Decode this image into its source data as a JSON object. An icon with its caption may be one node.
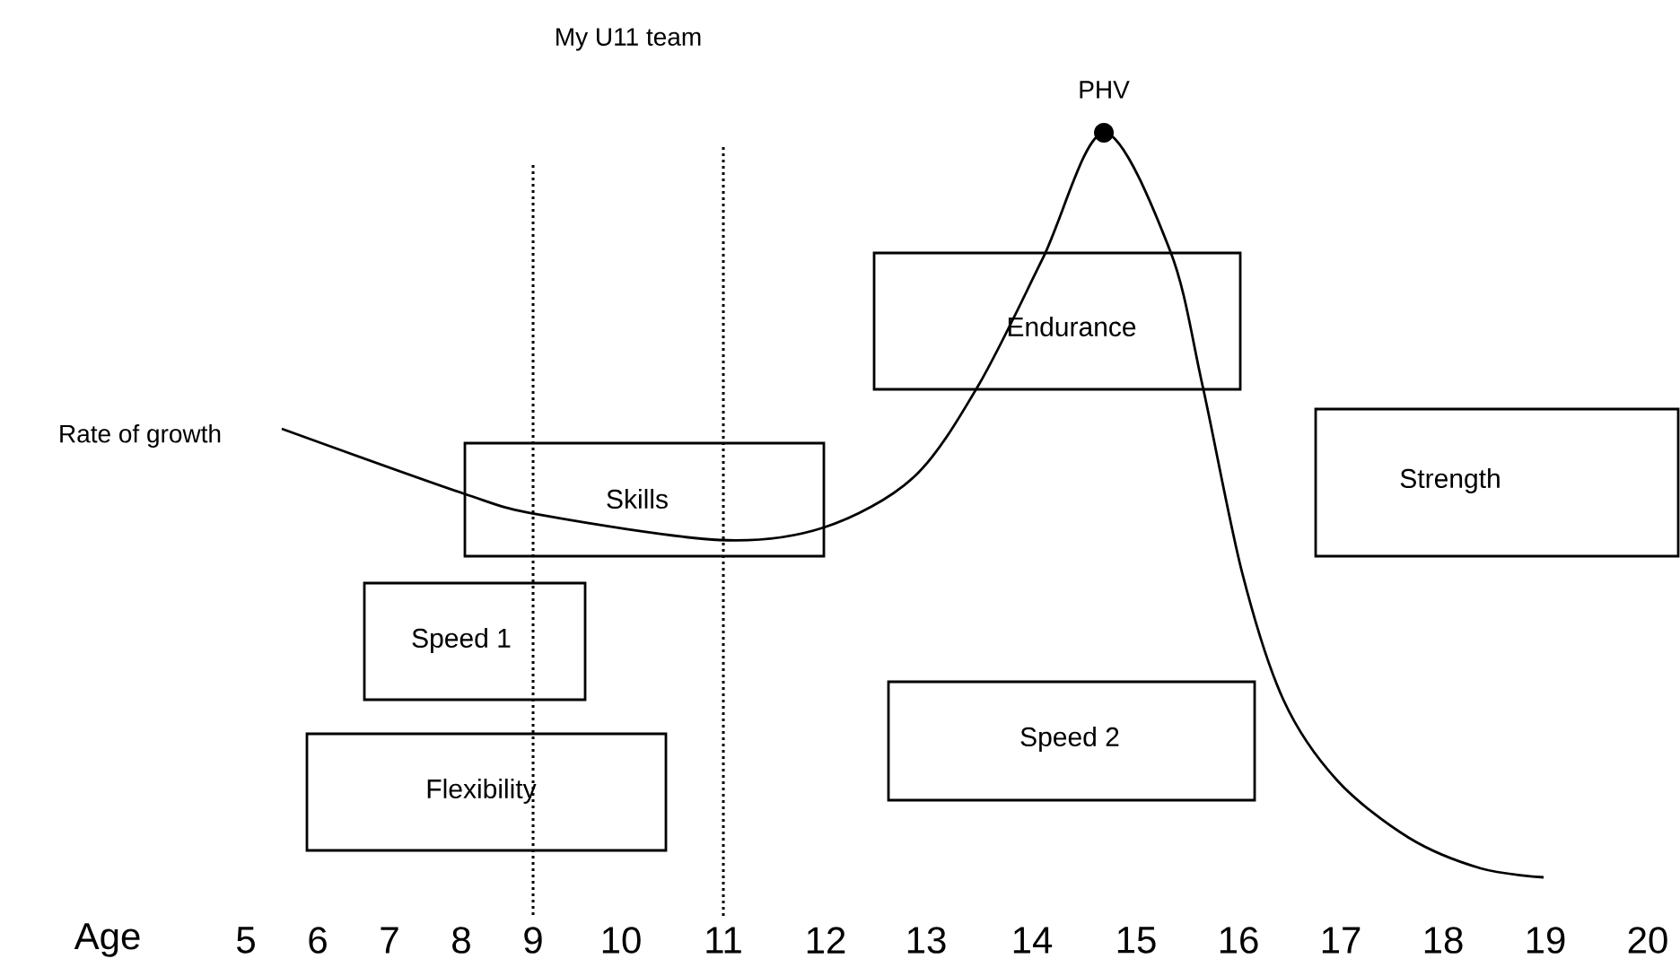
{
  "diagram": {
    "nodes": [
      {
        "text": [
          "Endurance"
        ]
      },
      {
        "text": [
          "Strength"
        ]
      },
      {
        "text": [
          "Skills"
        ]
      },
      {
        "text": [
          "Speed 1"
        ]
      },
      {
        "text": [
          "Speed 2"
        ]
      },
      {
        "text": [
          "Flexibility"
        ]
      }
    ],
    "labels": [
      "My U11 team",
      "PHV",
      "Rate of growth",
      "Age",
      "5",
      "6",
      "7",
      "8",
      "9",
      "10",
      "11",
      "12",
      "13",
      "14",
      "15",
      "16",
      "17",
      "18",
      "19",
      "20"
    ]
  }
}
